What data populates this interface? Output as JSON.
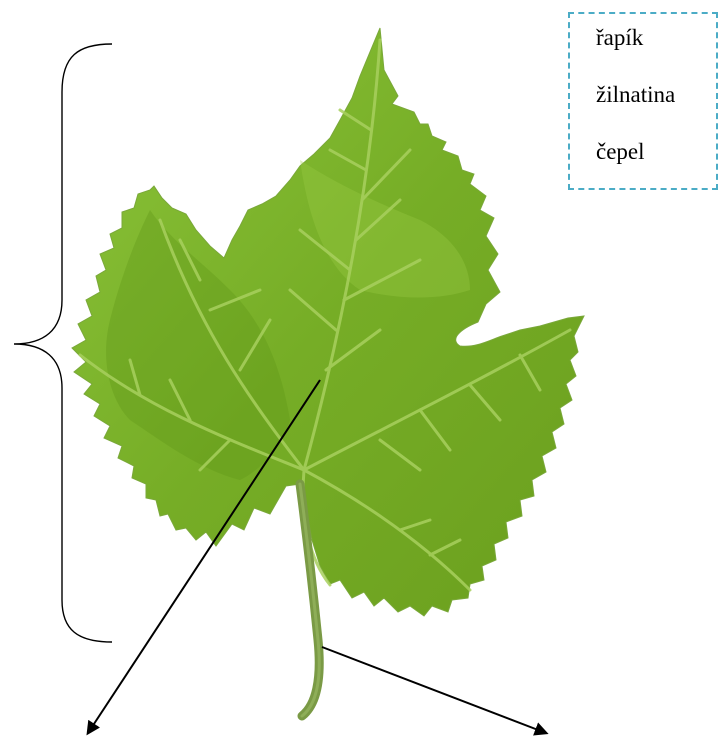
{
  "word_bank": {
    "items": [
      "řapík",
      "žilnatina",
      "čepel"
    ]
  },
  "diagram": {
    "subject": "grape-leaf",
    "leaf_color": "#7db52a",
    "leaf_shadow_color": "#6a9c1f",
    "vein_color": "#a8cf5a",
    "petiole_color": "#7a9a45",
    "arrow_color": "#000000",
    "box_border_color": "#4bacc6"
  }
}
